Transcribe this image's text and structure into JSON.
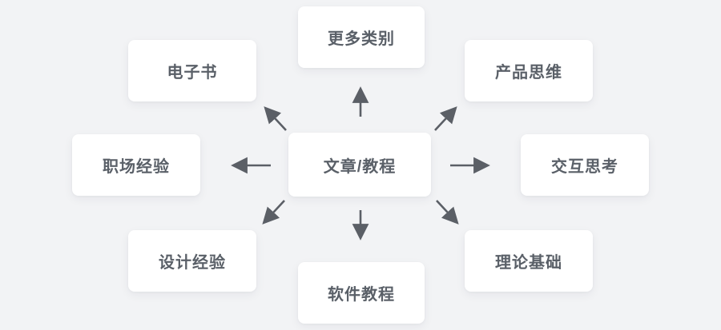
{
  "diagram": {
    "title": "content-category-mindmap",
    "center": {
      "id": "articles-tutorials",
      "label": "文章/教程"
    },
    "nodes": [
      {
        "id": "more-categories",
        "position": "top",
        "label": "更多类别"
      },
      {
        "id": "ebooks",
        "position": "top-left",
        "label": "电子书"
      },
      {
        "id": "product-thinking",
        "position": "top-right",
        "label": "产品思维"
      },
      {
        "id": "work-experience",
        "position": "left",
        "label": "职场经验"
      },
      {
        "id": "interaction-thinking",
        "position": "right",
        "label": "交互思考"
      },
      {
        "id": "design-experience",
        "position": "bottom-left",
        "label": "设计经验"
      },
      {
        "id": "theory-basics",
        "position": "bottom-right",
        "label": "理论基础"
      },
      {
        "id": "software-tutorials",
        "position": "bottom",
        "label": "软件教程"
      }
    ],
    "edges": [
      {
        "from": "articles-tutorials",
        "to": "more-categories"
      },
      {
        "from": "articles-tutorials",
        "to": "ebooks"
      },
      {
        "from": "articles-tutorials",
        "to": "product-thinking"
      },
      {
        "from": "articles-tutorials",
        "to": "work-experience"
      },
      {
        "from": "articles-tutorials",
        "to": "interaction-thinking"
      },
      {
        "from": "articles-tutorials",
        "to": "design-experience"
      },
      {
        "from": "articles-tutorials",
        "to": "theory-basics"
      },
      {
        "from": "articles-tutorials",
        "to": "software-tutorials"
      }
    ],
    "colors": {
      "background": "#f2f3f5",
      "card": "#ffffff",
      "text": "#5a6068",
      "arrow": "#5b5f66"
    }
  }
}
